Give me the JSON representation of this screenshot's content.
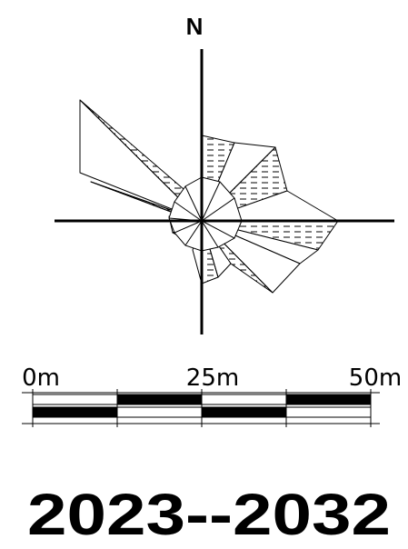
{
  "north_label": "N",
  "scale_bar": {
    "labels": [
      "0m",
      "25m",
      "50m"
    ]
  },
  "period_label": "2023--2032"
}
